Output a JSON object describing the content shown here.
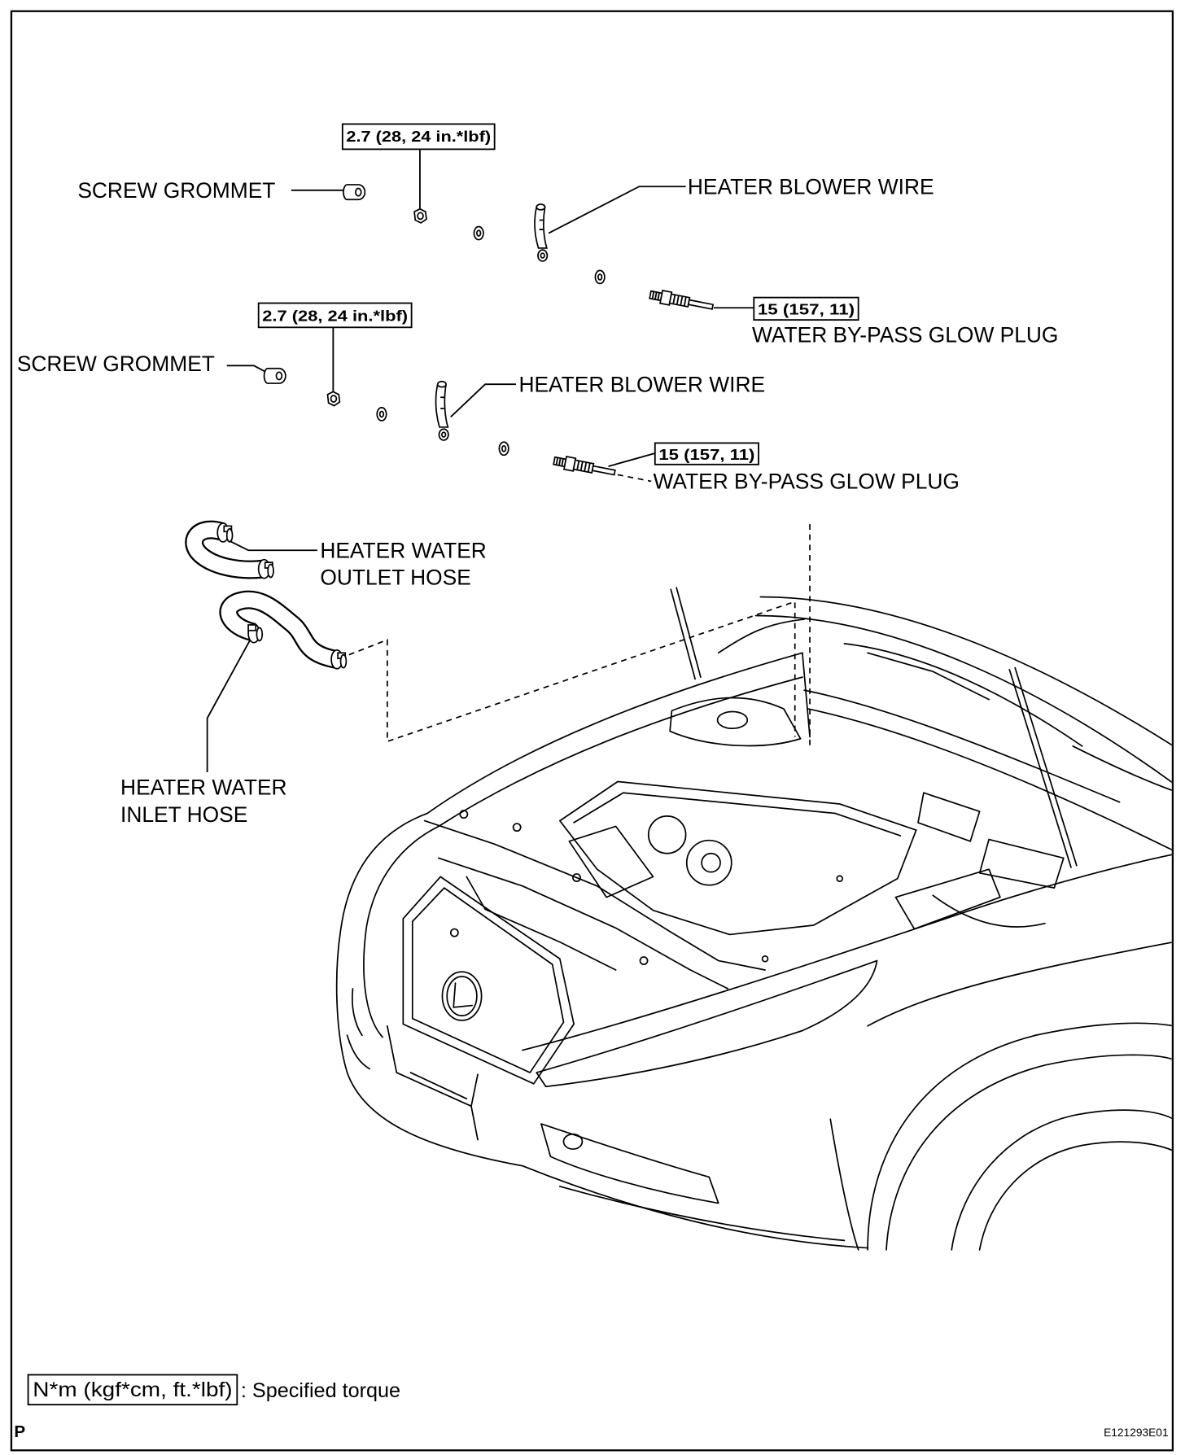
{
  "groups": [
    {
      "torque": "2.7 (28, 24 in.*lbf)",
      "screw_grommet": "SCREW GROMMET",
      "heater_blower_wire": "HEATER BLOWER WIRE",
      "glow_plug_torque": "15 (157, 11)",
      "glow_plug": "WATER BY-PASS GLOW PLUG"
    },
    {
      "torque": "2.7 (28, 24 in.*lbf)",
      "screw_grommet": "SCREW GROMMET",
      "heater_blower_wire": "HEATER BLOWER WIRE",
      "glow_plug_torque": "15 (157, 11)",
      "glow_plug": "WATER BY-PASS GLOW PLUG"
    }
  ],
  "hoses": {
    "outlet": [
      "HEATER WATER",
      "OUTLET HOSE"
    ],
    "inlet": [
      "HEATER WATER",
      "INLET HOSE"
    ]
  },
  "legend": {
    "torque_unit": "N*m (kgf*cm, ft.*lbf)",
    "description": ": Specified torque"
  },
  "page_marker": "P",
  "figure_code": "E121293E01"
}
